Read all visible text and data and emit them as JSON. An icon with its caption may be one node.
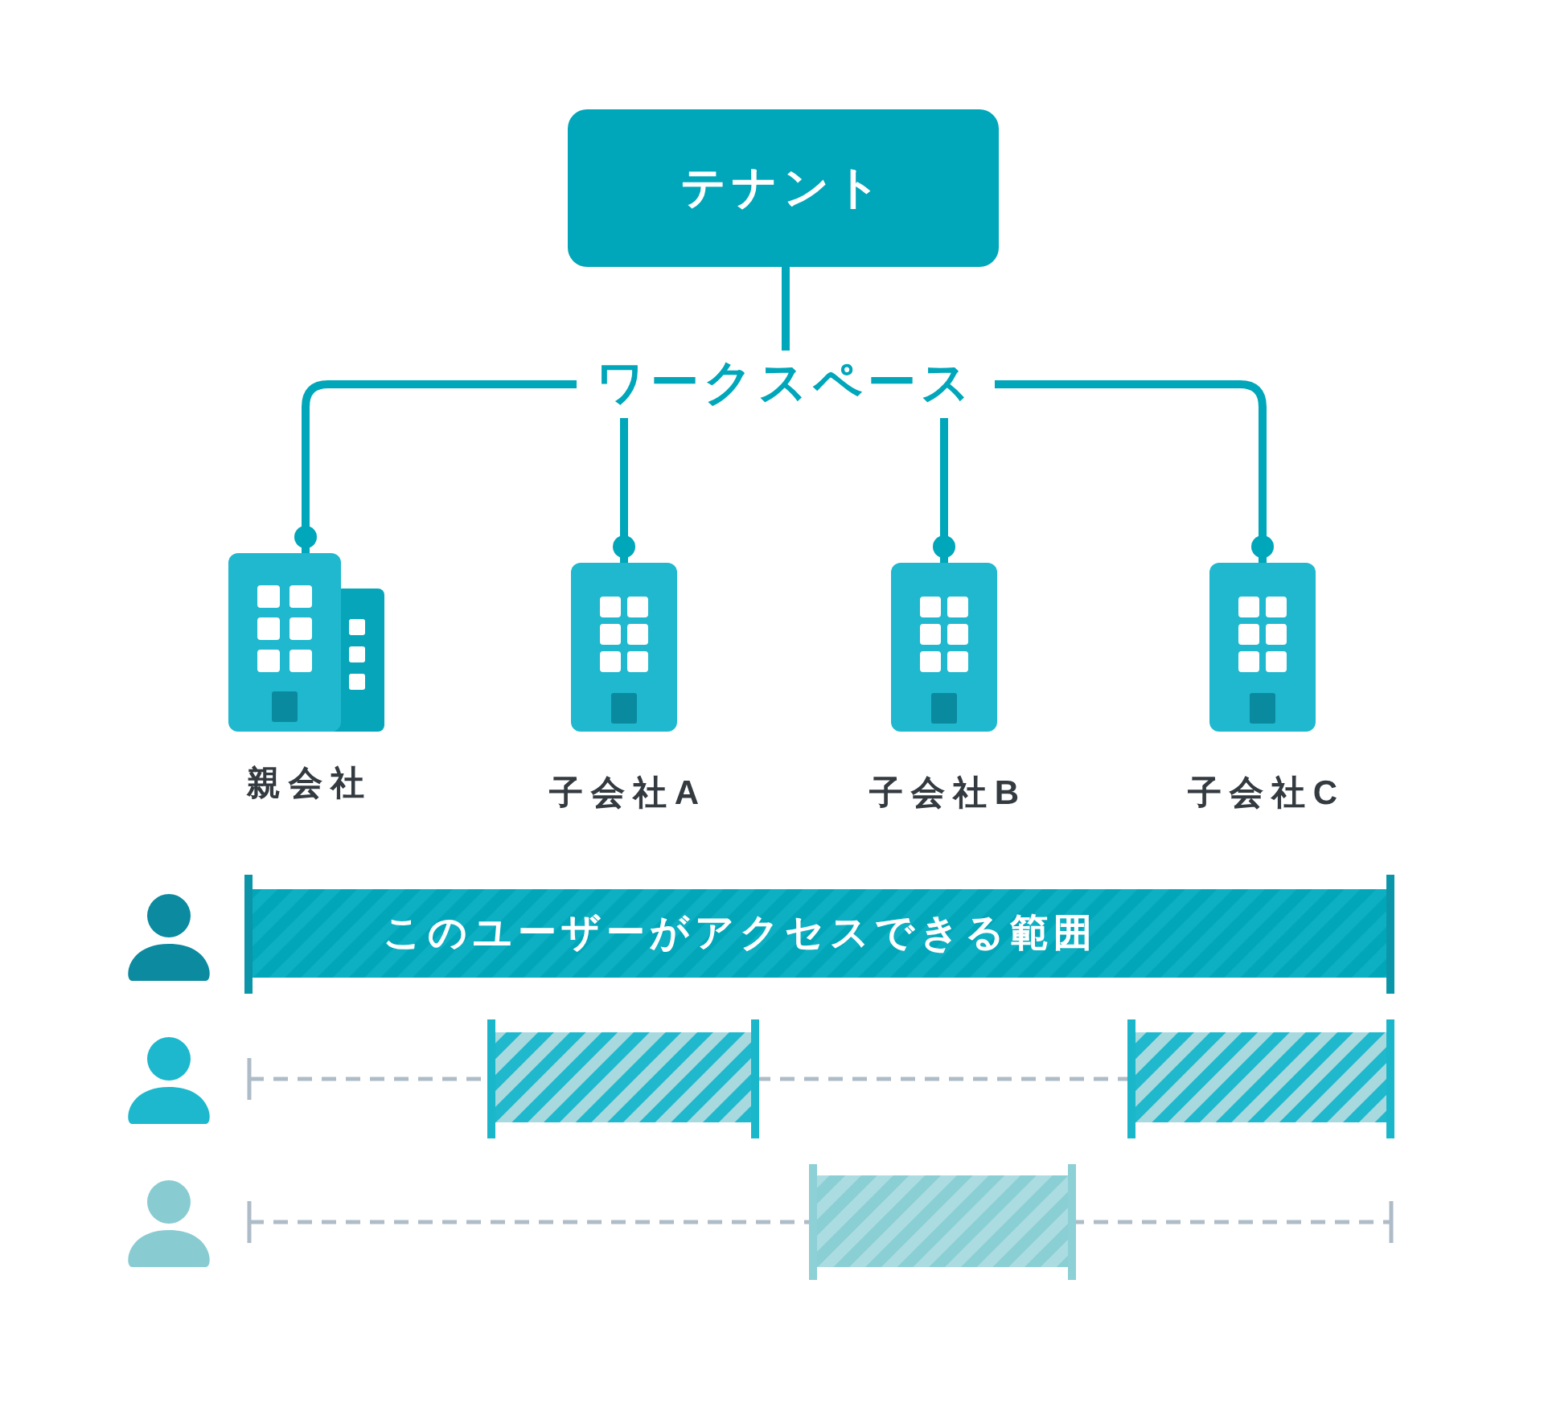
{
  "diagram": {
    "nodes": [
      {
        "text": [
          "テナント"
        ]
      },
      {
        "text": [
          "ワークスペース"
        ]
      },
      {
        "text": [
          "親会社"
        ]
      },
      {
        "text": [
          "子会社A"
        ]
      },
      {
        "text": [
          "子会社B"
        ]
      },
      {
        "text": [
          "子会社C"
        ]
      },
      {
        "text": [
          "このユーザーがアクセスできる範囲"
        ]
      },
      {
        "text": [],
        "shape": "bar"
      },
      {
        "text": [],
        "shape": "bar"
      },
      {
        "text": [],
        "shape": "bar"
      }
    ],
    "edges": [
      {
        "from": 0,
        "to": 1,
        "arrow": "none"
      },
      {
        "from": 1,
        "to": 2,
        "arrow": "other"
      },
      {
        "from": 1,
        "to": 3,
        "arrow": "other"
      },
      {
        "from": 1,
        "to": 4,
        "arrow": "other"
      },
      {
        "from": 1,
        "to": 5,
        "arrow": "other"
      }
    ]
  }
}
